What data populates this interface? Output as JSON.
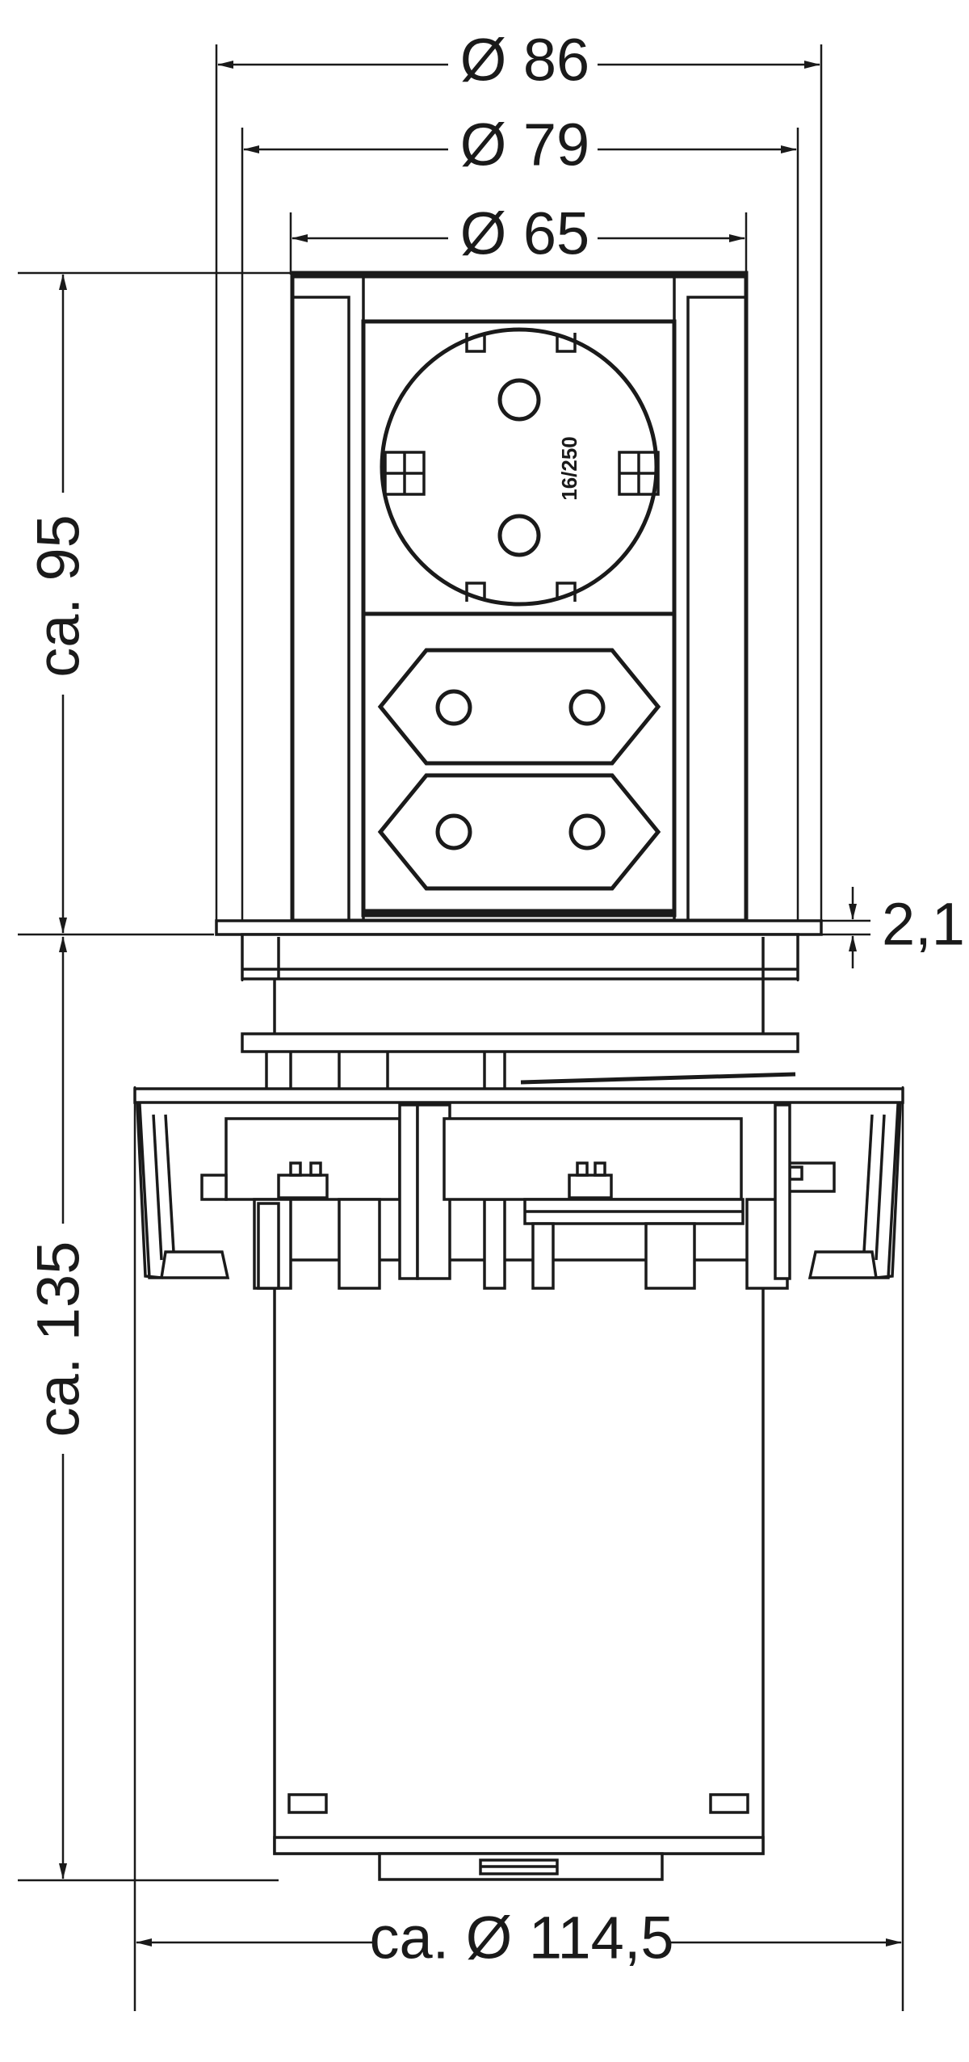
{
  "dimensions": {
    "dia_86": "Ø 86",
    "dia_79": "Ø 79",
    "dia_65": "Ø 65",
    "height_95": "ca. 95",
    "height_135": "ca. 135",
    "thickness_2_1": "2,1",
    "base_dia": "ca. Ø 114,5"
  },
  "socket": {
    "rating_label": "16/250"
  }
}
